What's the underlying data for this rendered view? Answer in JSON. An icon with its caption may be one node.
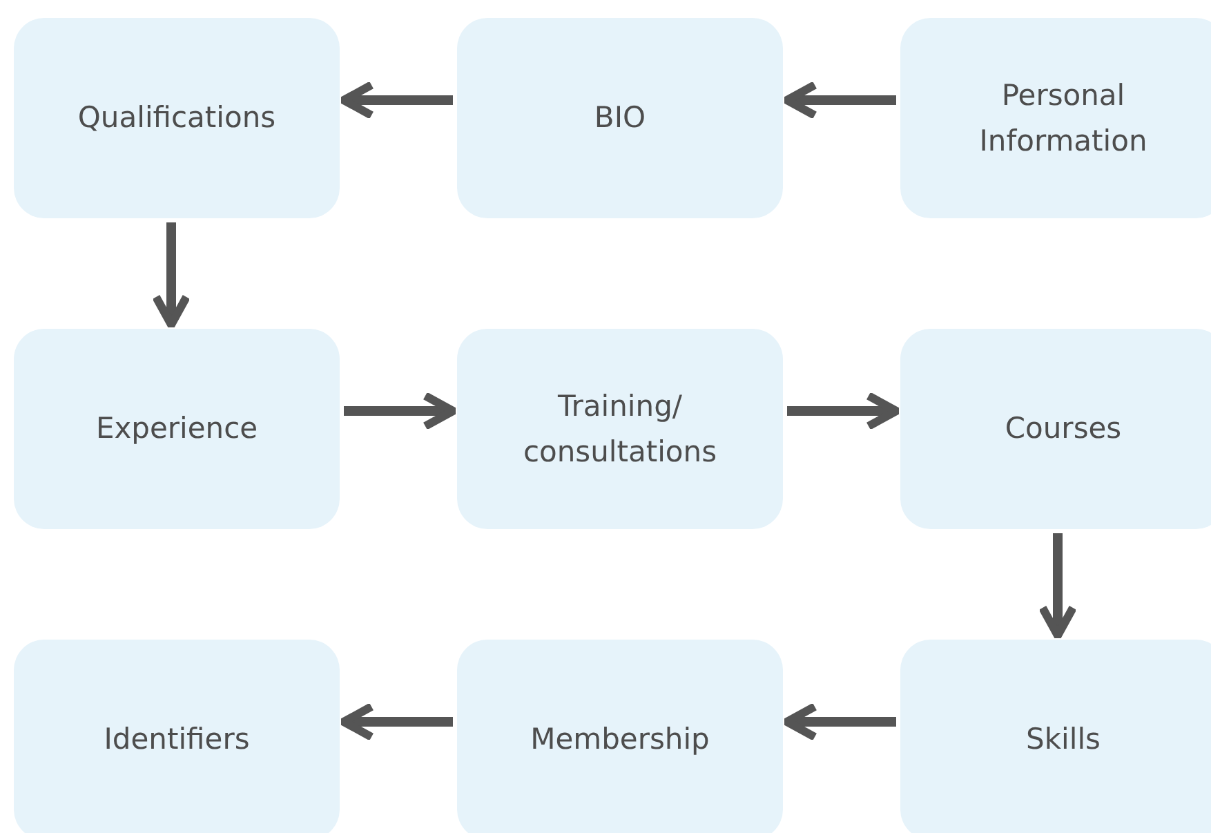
{
  "diagram": {
    "nodes": [
      {
        "text": [
          "Qualifications"
        ]
      },
      {
        "text": [
          "BIO"
        ]
      },
      {
        "text": [
          "Personal Information"
        ]
      },
      {
        "text": [
          "Experience"
        ]
      },
      {
        "text": [
          "Training/ consultations"
        ]
      },
      {
        "text": [
          "Courses"
        ]
      },
      {
        "text": [
          "Identifiers"
        ]
      },
      {
        "text": [
          "Membership"
        ]
      },
      {
        "text": [
          "Skills"
        ]
      }
    ],
    "edges": [
      {
        "from": 1,
        "to": 0,
        "arrow": "to"
      },
      {
        "from": 2,
        "to": 1,
        "arrow": "to"
      },
      {
        "from": 0,
        "to": 3,
        "arrow": "to"
      },
      {
        "from": 3,
        "to": 4,
        "arrow": "to"
      },
      {
        "from": 4,
        "to": 5,
        "arrow": "to"
      },
      {
        "from": 5,
        "to": 8,
        "arrow": "to"
      },
      {
        "from": 8,
        "to": 7,
        "arrow": "to"
      },
      {
        "from": 7,
        "to": 6,
        "arrow": "to"
      }
    ]
  }
}
